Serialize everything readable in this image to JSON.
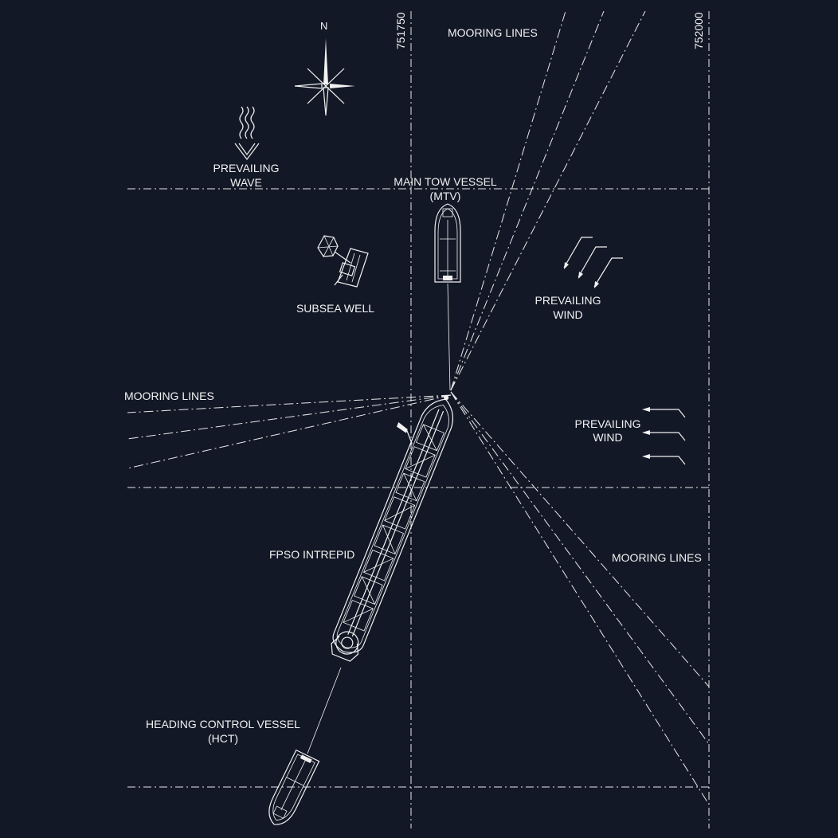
{
  "drawing": {
    "north_label": "N",
    "easting_left": "751750",
    "easting_right": "752000",
    "labels": {
      "mooring_top": "MOORING LINES",
      "mooring_left": "MOORING LINES",
      "mooring_right": "MOORING LINES",
      "wave_line1": "PREVAILING",
      "wave_line2": "WAVE",
      "mtv_line1": "MAIN TOW VESSEL",
      "mtv_line2": "(MTV)",
      "subsea_well": "SUBSEA WELL",
      "wind1_line1": "PREVAILING",
      "wind1_line2": "WIND",
      "wind2_line1": "PREVAILING",
      "wind2_line2": "WIND",
      "fpso": "FPSO INTREPID",
      "hct_line1": "HEADING CONTROL VESSEL",
      "hct_line2": "(HCT)"
    }
  }
}
